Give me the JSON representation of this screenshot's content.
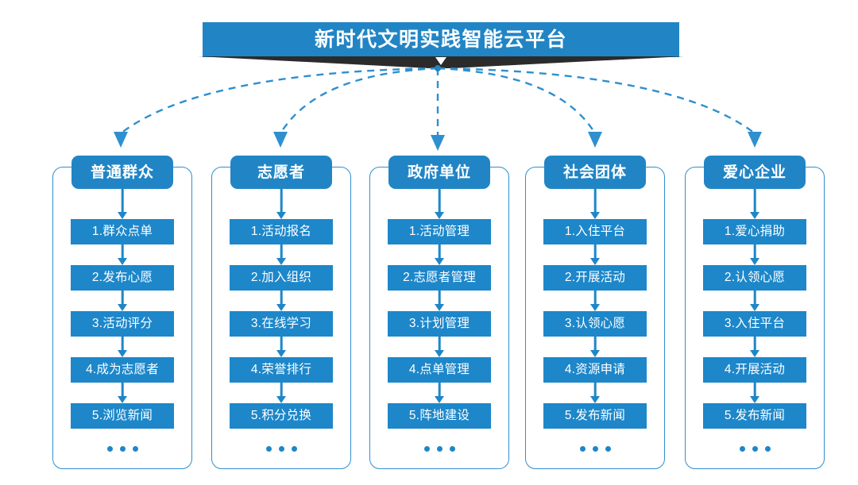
{
  "banner": {
    "title": "新时代文明实践智能云平台",
    "accent_color": "#2185c5",
    "ribbon_color": "#2b2b2b",
    "chevron_icon": "chevron-down-icon"
  },
  "connector": {
    "style": "dashed",
    "color": "#2e90cf",
    "arrow_icon": "arrow-down-icon",
    "count": 5
  },
  "colors": {
    "header_blue": "#2185c5",
    "step_blue": "#1d87ca",
    "frame_border": "#2e90cf",
    "arrow_blue": "#1f86c8",
    "text_white": "#ffffff",
    "background": "#ffffff"
  },
  "columns": [
    {
      "header": "普通群众",
      "ellipsis": "...",
      "steps": [
        "1.群众点单",
        "2.发布心愿",
        "3.活动评分",
        "4.成为志愿者",
        "5.浏览新闻"
      ]
    },
    {
      "header": "志愿者",
      "ellipsis": "...",
      "steps": [
        "1.活动报名",
        "2.加入组织",
        "3.在线学习",
        "4.荣誉排行",
        "5.积分兑换"
      ]
    },
    {
      "header": "政府单位",
      "ellipsis": "...",
      "steps": [
        "1.活动管理",
        "2.志愿者管理",
        "3.计划管理",
        "4.点单管理",
        "5.阵地建设"
      ]
    },
    {
      "header": "社会团体",
      "ellipsis": "...",
      "steps": [
        "1.入住平台",
        "2.开展活动",
        "3.认领心愿",
        "4.资源申请",
        "5.发布新闻"
      ]
    },
    {
      "header": "爱心企业",
      "ellipsis": "...",
      "steps": [
        "1.爱心捐助",
        "2.认领心愿",
        "3.入住平台",
        "4.开展活动",
        "5.发布新闻"
      ]
    }
  ]
}
